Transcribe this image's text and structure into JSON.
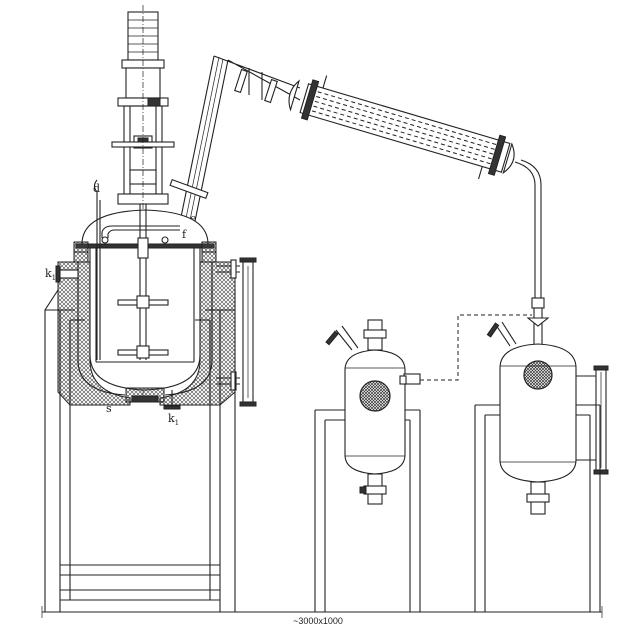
{
  "labels": {
    "d": "d",
    "e": "e",
    "f": "f",
    "k1_side": "k",
    "k1_side_sub": "1",
    "s": "s",
    "k1_bottom": "k",
    "k1_bottom_sub": "1"
  },
  "dimension": "~3000x1000"
}
